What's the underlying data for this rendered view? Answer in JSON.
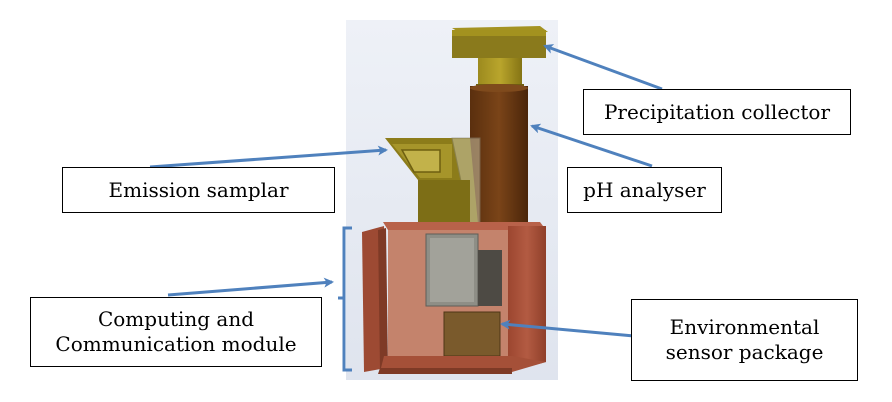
{
  "labels": {
    "precipitation_collector": "Precipitation collector",
    "ph_analyser": "pH analyser",
    "emission_samplar": "Emission samplar",
    "computing_line1": "Computing and",
    "computing_line2": "Communication module",
    "environmental_line1": "Environmental",
    "environmental_line2": "sensor package"
  },
  "colors": {
    "arrow": "#4f81bd",
    "collector_gold": "#8a7a1c",
    "tube_brown": "#6b3a14",
    "cabinet_red": "#a8513a",
    "panel_grey": "#8e8e86",
    "sensor_box": "#7a5a2c",
    "backdrop": "#e4e8f0"
  }
}
